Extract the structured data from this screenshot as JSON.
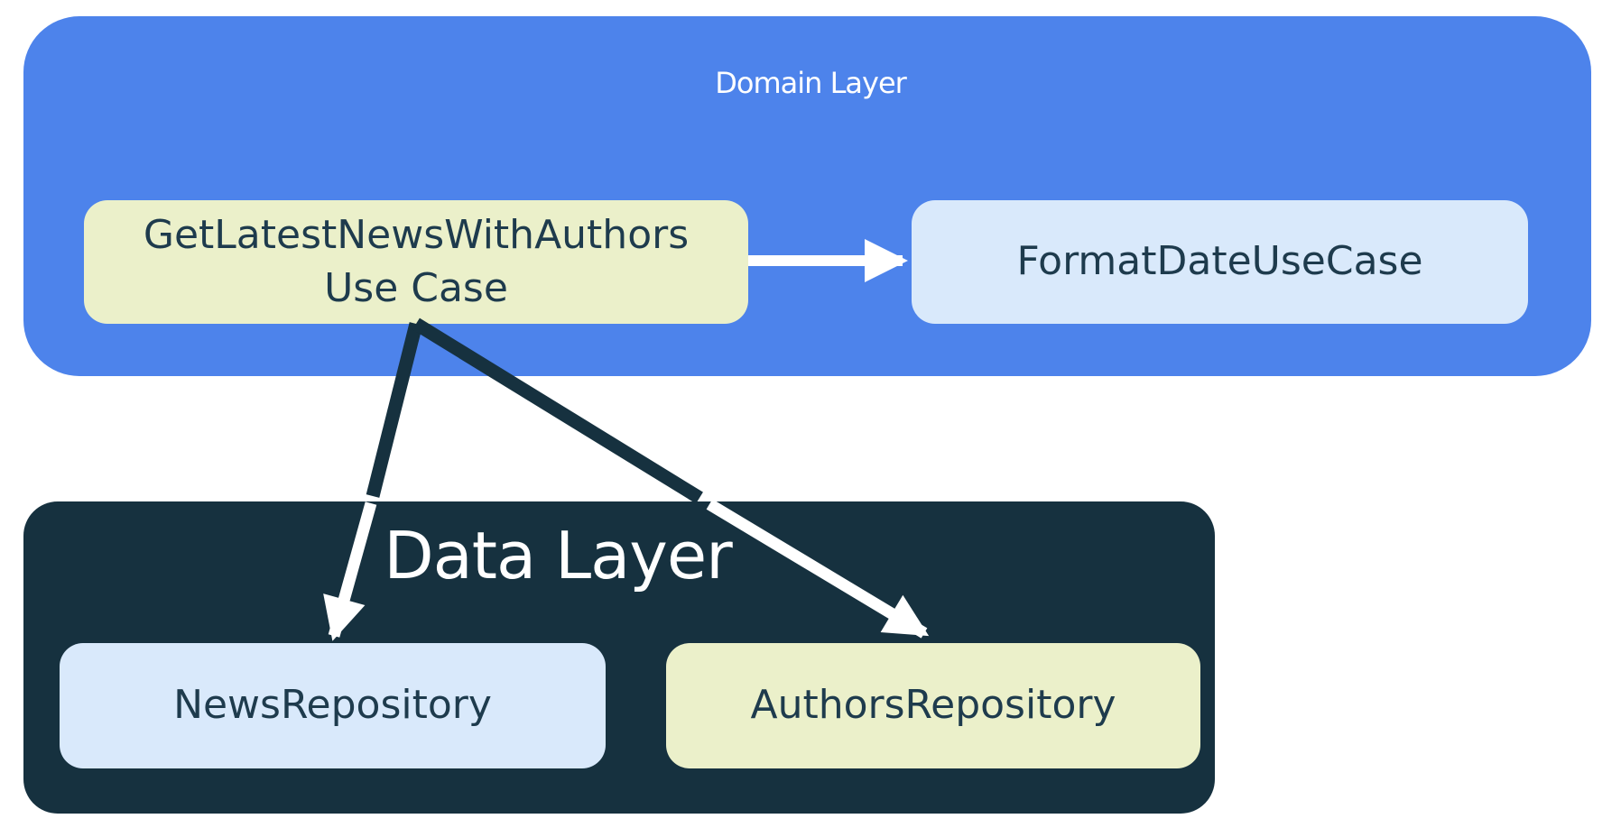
{
  "diagram": {
    "domain_layer": {
      "title": "Domain Layer",
      "nodes": {
        "get_latest": {
          "lines": [
            "GetLatestNewsWithAuthors",
            "Use Case"
          ]
        },
        "format_date": {
          "label": "FormatDateUseCase"
        }
      }
    },
    "data_layer": {
      "title": "Data Layer",
      "nodes": {
        "news_repository": {
          "label": "NewsRepository"
        },
        "authors_repository": {
          "label": "AuthorsRepository"
        }
      }
    },
    "edges": [
      {
        "from": "GetLatestNewsWithAuthors Use Case",
        "to": "FormatDateUseCase"
      },
      {
        "from": "GetLatestNewsWithAuthors Use Case",
        "to": "NewsRepository"
      },
      {
        "from": "GetLatestNewsWithAuthors Use Case",
        "to": "AuthorsRepository"
      }
    ]
  },
  "colors": {
    "domain_layer_bg": "#4D83EB",
    "data_layer_bg": "#16313F",
    "usecase_node_bg": "#EBF0CA",
    "secondary_node_bg": "#D9E9FB",
    "node_text": "#1E3B4D",
    "layer_title_text": "#FFFFFF",
    "arrow_dark": "#16313F",
    "arrow_light": "#FFFFFF",
    "page_bg": "#FFFFFF"
  }
}
